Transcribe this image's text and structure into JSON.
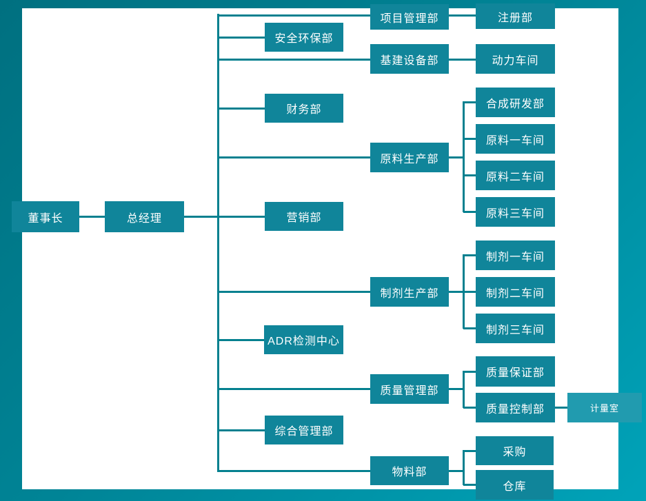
{
  "diagram": {
    "type": "org-chart",
    "root_label": "董事长"
  },
  "colors": {
    "node_fill": "#10859A",
    "node_fill_light": "#219BAF",
    "connector": "#04808F",
    "frame_gradient_start": "#007080",
    "frame_gradient_end": "#00A3B9",
    "canvas_background": "#FFFFFF",
    "node_text": "#FFFFFF"
  },
  "nodes": [
    {
      "id": "chairman",
      "label": "董事长",
      "parent": null
    },
    {
      "id": "general-manager",
      "label": "总经理",
      "parent": "董事长"
    },
    {
      "id": "project-mgmt",
      "label": "项目管理部",
      "parent": "总经理"
    },
    {
      "id": "safety-env",
      "label": "安全环保部",
      "parent": "总经理"
    },
    {
      "id": "infra-equip",
      "label": "基建设备部",
      "parent": "总经理"
    },
    {
      "id": "finance",
      "label": "财务部",
      "parent": "总经理"
    },
    {
      "id": "raw-production",
      "label": "原料生产部",
      "parent": "总经理"
    },
    {
      "id": "marketing",
      "label": "营销部",
      "parent": "总经理"
    },
    {
      "id": "prep-production",
      "label": "制剂生产部",
      "parent": "总经理"
    },
    {
      "id": "adr-center",
      "label": "ADR检测中心",
      "parent": "总经理"
    },
    {
      "id": "quality-mgmt",
      "label": "质量管理部",
      "parent": "总经理"
    },
    {
      "id": "general-admin",
      "label": "综合管理部",
      "parent": "总经理"
    },
    {
      "id": "materials",
      "label": "物料部",
      "parent": "总经理"
    },
    {
      "id": "registration",
      "label": "注册部",
      "parent": "项目管理部"
    },
    {
      "id": "power-workshop",
      "label": "动力车间",
      "parent": "基建设备部"
    },
    {
      "id": "synthesis-rd",
      "label": "合成研发部",
      "parent": "原料生产部"
    },
    {
      "id": "raw-workshop-1",
      "label": "原料一车间",
      "parent": "原料生产部"
    },
    {
      "id": "raw-workshop-2",
      "label": "原料二车间",
      "parent": "原料生产部"
    },
    {
      "id": "raw-workshop-3",
      "label": "原料三车间",
      "parent": "原料生产部"
    },
    {
      "id": "prep-workshop-1",
      "label": "制剂一车间",
      "parent": "制剂生产部"
    },
    {
      "id": "prep-workshop-2",
      "label": "制剂二车间",
      "parent": "制剂生产部"
    },
    {
      "id": "prep-workshop-3",
      "label": "制剂三车间",
      "parent": "制剂生产部"
    },
    {
      "id": "quality-assurance",
      "label": "质量保证部",
      "parent": "质量管理部"
    },
    {
      "id": "quality-control",
      "label": "质量控制部",
      "parent": "质量管理部"
    },
    {
      "id": "metrology-room",
      "label": "计量室",
      "parent": "质量控制部"
    },
    {
      "id": "purchasing",
      "label": "采购",
      "parent": "物料部"
    },
    {
      "id": "warehouse",
      "label": "仓库",
      "parent": "物料部"
    }
  ]
}
